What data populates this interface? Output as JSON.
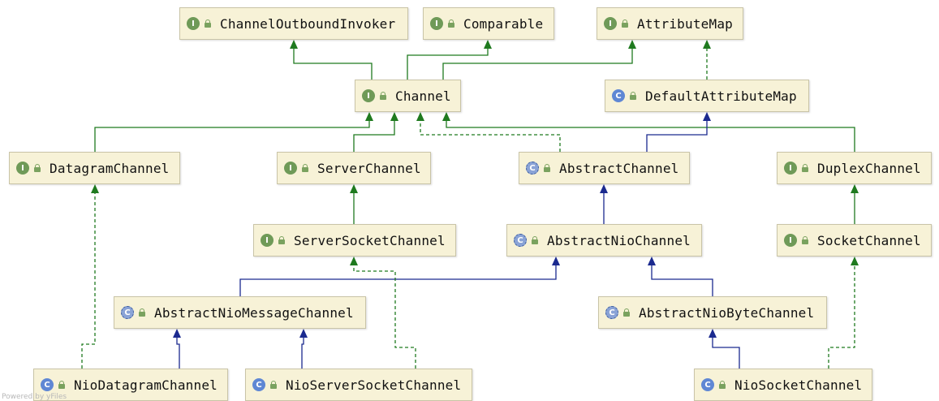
{
  "diagram": {
    "nodes": [
      {
        "id": "ChannelOutboundInvoker",
        "label": "ChannelOutboundInvoker",
        "kind": "interface"
      },
      {
        "id": "Comparable",
        "label": "Comparable",
        "kind": "interface"
      },
      {
        "id": "AttributeMap",
        "label": "AttributeMap",
        "kind": "interface"
      },
      {
        "id": "Channel",
        "label": "Channel",
        "kind": "interface"
      },
      {
        "id": "DefaultAttributeMap",
        "label": "DefaultAttributeMap",
        "kind": "class"
      },
      {
        "id": "DatagramChannel",
        "label": "DatagramChannel",
        "kind": "interface"
      },
      {
        "id": "ServerChannel",
        "label": "ServerChannel",
        "kind": "interface"
      },
      {
        "id": "AbstractChannel",
        "label": "AbstractChannel",
        "kind": "abstract"
      },
      {
        "id": "DuplexChannel",
        "label": "DuplexChannel",
        "kind": "interface"
      },
      {
        "id": "ServerSocketChannel",
        "label": "ServerSocketChannel",
        "kind": "interface"
      },
      {
        "id": "AbstractNioChannel",
        "label": "AbstractNioChannel",
        "kind": "abstract"
      },
      {
        "id": "SocketChannel",
        "label": "SocketChannel",
        "kind": "interface"
      },
      {
        "id": "AbstractNioMessageChannel",
        "label": "AbstractNioMessageChannel",
        "kind": "abstract"
      },
      {
        "id": "AbstractNioByteChannel",
        "label": "AbstractNioByteChannel",
        "kind": "abstract"
      },
      {
        "id": "NioDatagramChannel",
        "label": "NioDatagramChannel",
        "kind": "class"
      },
      {
        "id": "NioServerSocketChannel",
        "label": "NioServerSocketChannel",
        "kind": "class"
      },
      {
        "id": "NioSocketChannel",
        "label": "NioSocketChannel",
        "kind": "class"
      }
    ],
    "edges": [
      {
        "from": "Channel",
        "to": "ChannelOutboundInvoker",
        "type": "interface-extends"
      },
      {
        "from": "Channel",
        "to": "Comparable",
        "type": "interface-extends"
      },
      {
        "from": "Channel",
        "to": "AttributeMap",
        "type": "interface-extends"
      },
      {
        "from": "DefaultAttributeMap",
        "to": "AttributeMap",
        "type": "implements"
      },
      {
        "from": "DatagramChannel",
        "to": "Channel",
        "type": "interface-extends"
      },
      {
        "from": "ServerChannel",
        "to": "Channel",
        "type": "interface-extends"
      },
      {
        "from": "AbstractChannel",
        "to": "Channel",
        "type": "implements"
      },
      {
        "from": "DuplexChannel",
        "to": "Channel",
        "type": "interface-extends"
      },
      {
        "from": "AbstractChannel",
        "to": "DefaultAttributeMap",
        "type": "extends"
      },
      {
        "from": "ServerSocketChannel",
        "to": "ServerChannel",
        "type": "interface-extends"
      },
      {
        "from": "AbstractNioChannel",
        "to": "AbstractChannel",
        "type": "extends"
      },
      {
        "from": "SocketChannel",
        "to": "DuplexChannel",
        "type": "interface-extends"
      },
      {
        "from": "AbstractNioMessageChannel",
        "to": "AbstractNioChannel",
        "type": "extends"
      },
      {
        "from": "AbstractNioByteChannel",
        "to": "AbstractNioChannel",
        "type": "extends"
      },
      {
        "from": "NioDatagramChannel",
        "to": "AbstractNioMessageChannel",
        "type": "extends"
      },
      {
        "from": "NioDatagramChannel",
        "to": "DatagramChannel",
        "type": "implements"
      },
      {
        "from": "NioServerSocketChannel",
        "to": "AbstractNioMessageChannel",
        "type": "extends"
      },
      {
        "from": "NioServerSocketChannel",
        "to": "ServerSocketChannel",
        "type": "implements"
      },
      {
        "from": "NioSocketChannel",
        "to": "AbstractNioByteChannel",
        "type": "extends"
      },
      {
        "from": "NioSocketChannel",
        "to": "SocketChannel",
        "type": "implements"
      }
    ],
    "colors": {
      "interface_edge": "#1f7a1f",
      "extends_edge": "#1b2a8f",
      "node_fill": "#f7f2d7",
      "node_border": "#c9c4a7",
      "interface_badge": "#6f9a58",
      "class_badge": "#5f87d4"
    },
    "badge_letters": {
      "interface": "I",
      "class": "C",
      "abstract": "C"
    },
    "icon_names": {
      "interface": "interface-icon",
      "class": "class-icon",
      "abstract": "abstract-class-icon",
      "lock": "lock-icon"
    }
  },
  "watermark": "Powered by yFiles"
}
